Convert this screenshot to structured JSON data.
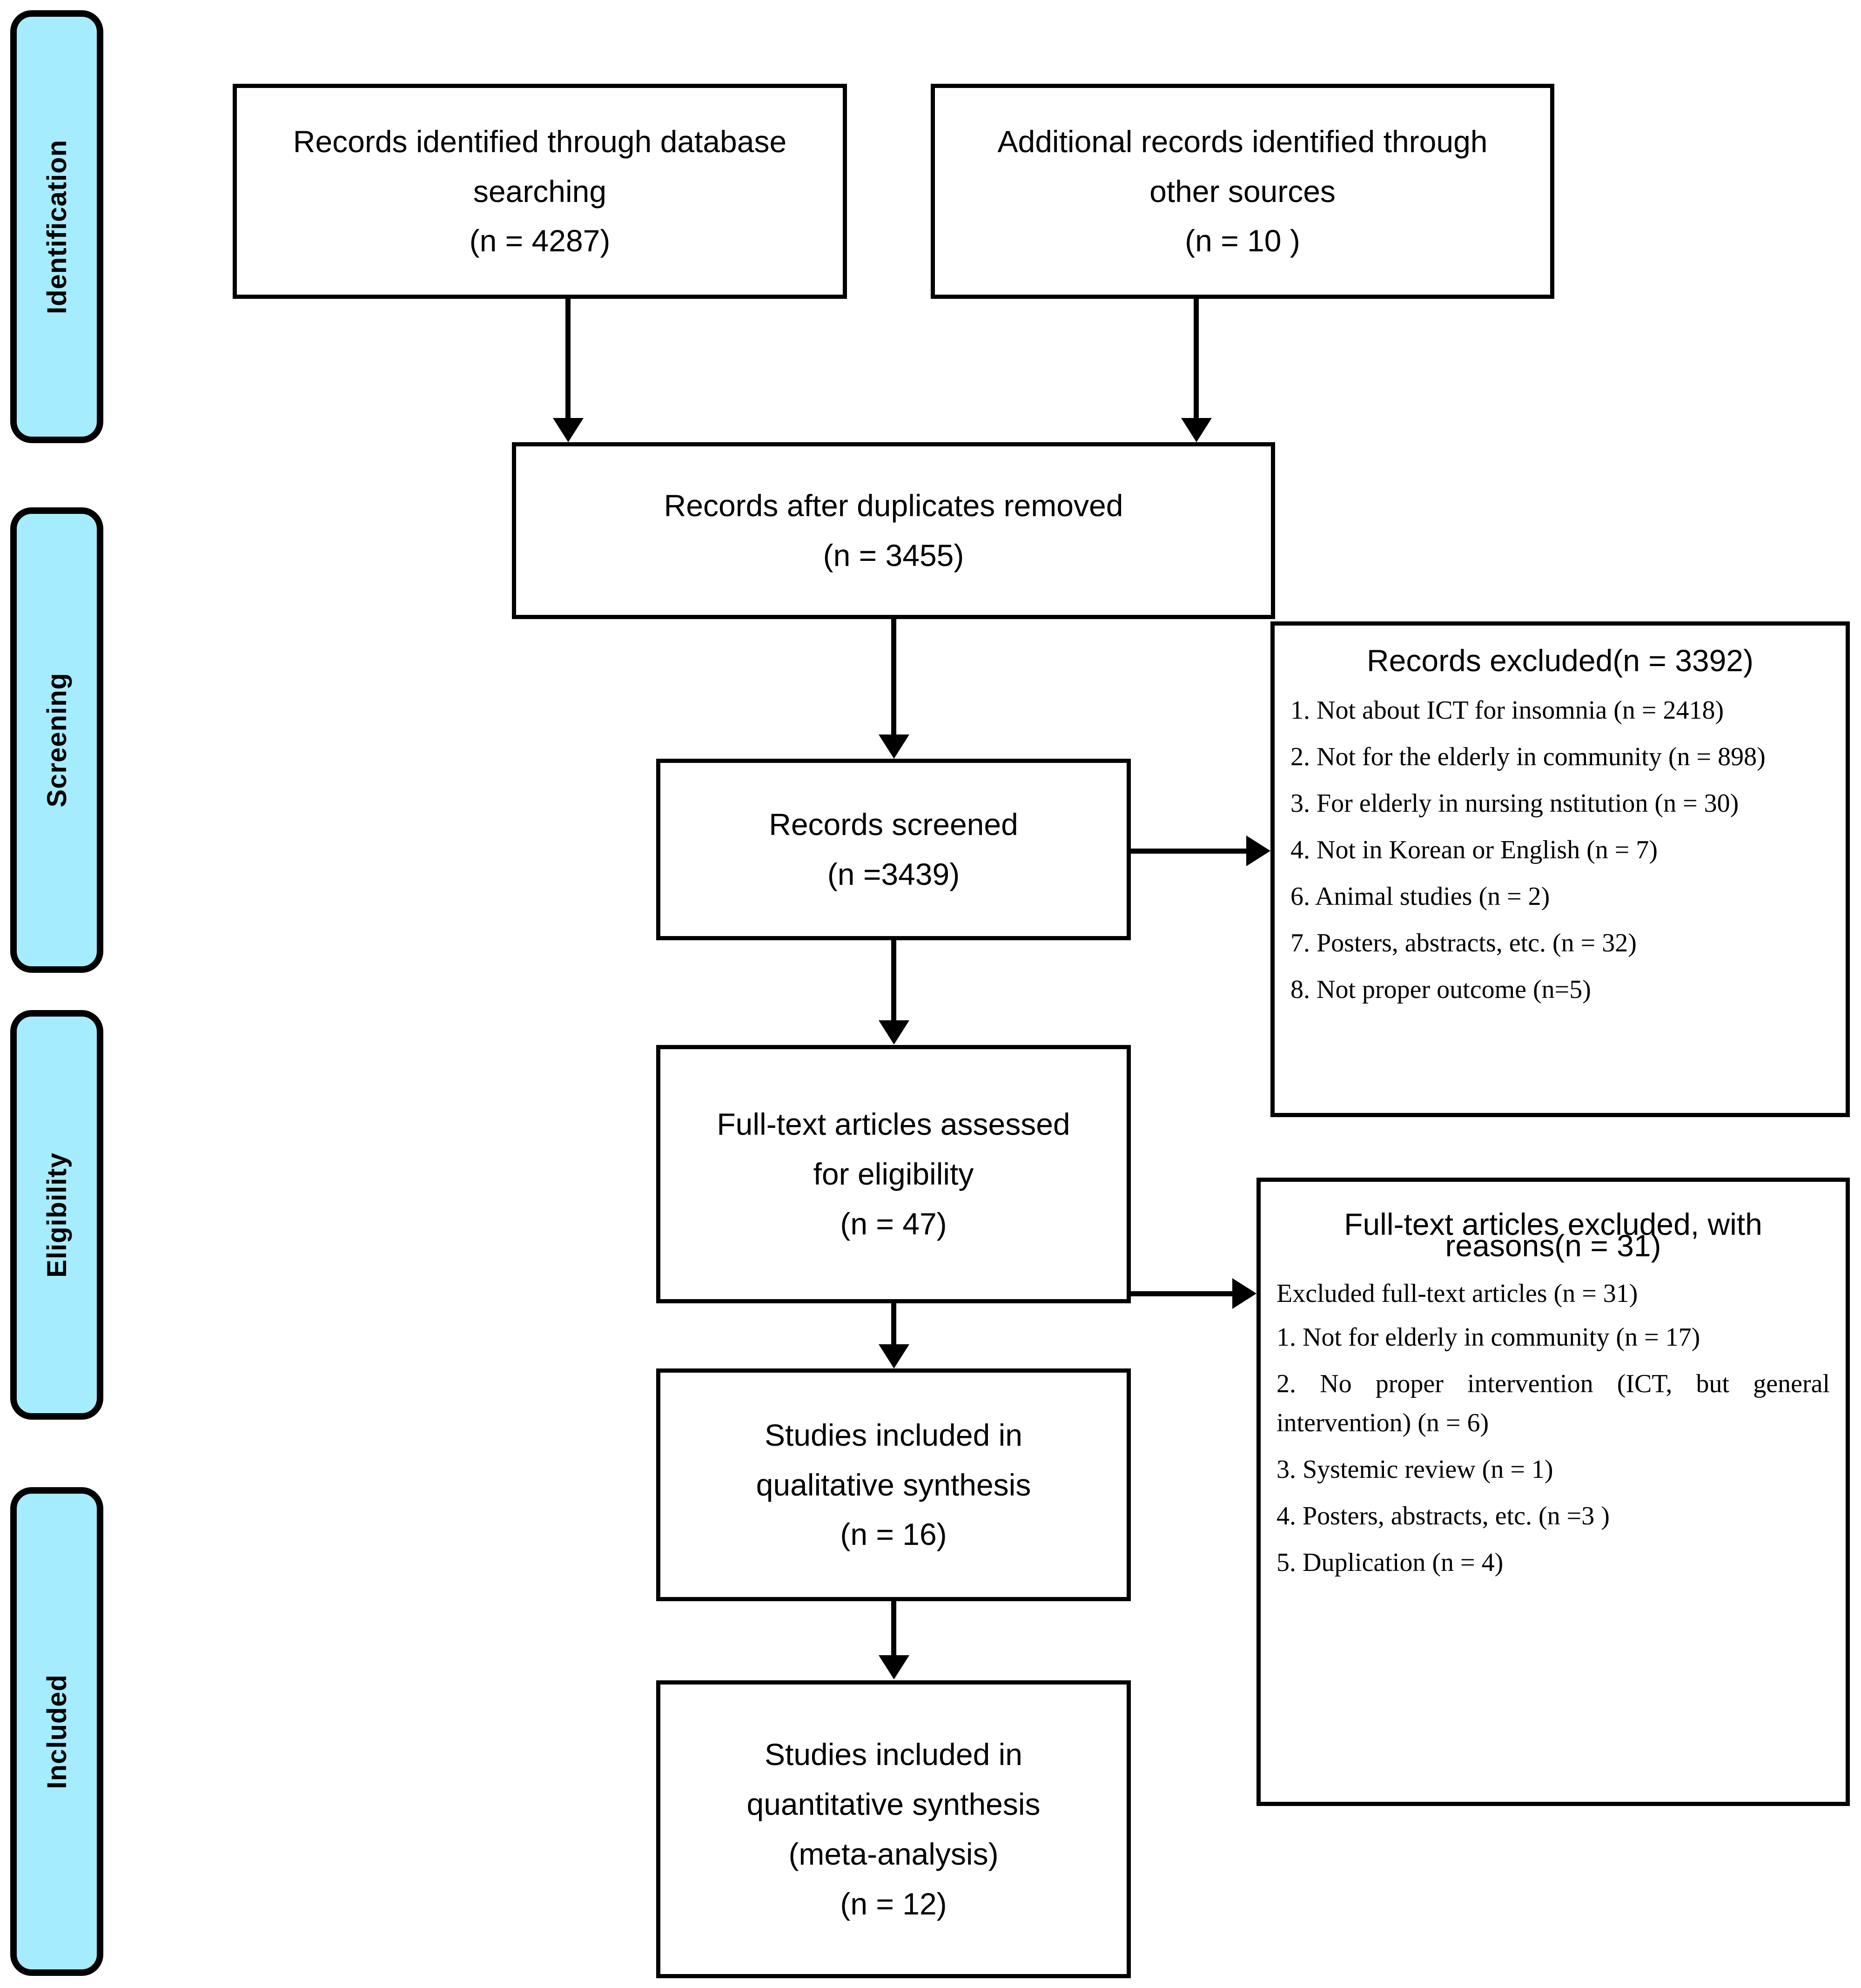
{
  "diagram": {
    "type": "prisma-flow-diagram",
    "stages": [
      {
        "id": "identification",
        "label": "Identification"
      },
      {
        "id": "screening",
        "label": "Screening"
      },
      {
        "id": "eligibility",
        "label": "Eligibility"
      },
      {
        "id": "included",
        "label": "Included"
      }
    ],
    "boxes": {
      "db_search": {
        "line1": "Records identified through database",
        "line2": "searching",
        "line3": "(n = 4287)"
      },
      "other_sources": {
        "line1": "Additional records identified through",
        "line2": "other sources",
        "line3": "(n = 10 )"
      },
      "after_duplicates": {
        "line1": "Records after duplicates removed",
        "line2": "(n = 3455)"
      },
      "screened": {
        "line1": "Records screened",
        "line2": "(n =3439)"
      },
      "fulltext_assessed": {
        "line1": "Full-text articles assessed",
        "line2": "for eligibility",
        "line3": "(n = 47)"
      },
      "qualitative": {
        "line1": "Studies included in",
        "line2": "qualitative synthesis",
        "line3": "(n = 16)"
      },
      "quantitative": {
        "line1": "Studies included in",
        "line2": "quantitative synthesis",
        "line3": "(meta-analysis)",
        "line4": "(n = 12)"
      }
    },
    "records_excluded": {
      "title": "Records excluded(n = 3392)",
      "items": [
        "1. Not about ICT for insomnia (n = 2418)",
        "2. Not for the elderly in community (n = 898)",
        "3. For elderly in nursing nstitution (n = 30)",
        "4. Not in Korean or English (n = 7)",
        "6. Animal studies (n = 2)",
        "7. Posters, abstracts, etc. (n = 32)",
        "8. Not proper outcome (n=5)"
      ]
    },
    "fulltext_excluded": {
      "title_line1": "Full-text articles excluded, with",
      "title_line2": "reasons(n = 31)",
      "subtitle": "Excluded full-text articles (n = 31)",
      "items": [
        "1. Not for elderly in community (n = 17)",
        "2.  No  proper  intervention  (ICT,  but general intervention) (n = 6)",
        "3. Systemic review (n = 1)",
        "4. Posters, abstracts, etc. (n =3 )",
        "5. Duplication (n = 4)"
      ]
    },
    "colors": {
      "stage_fill": "#A5ECFF",
      "stroke": "#000000",
      "box_fill": "#FFFFFF"
    }
  }
}
